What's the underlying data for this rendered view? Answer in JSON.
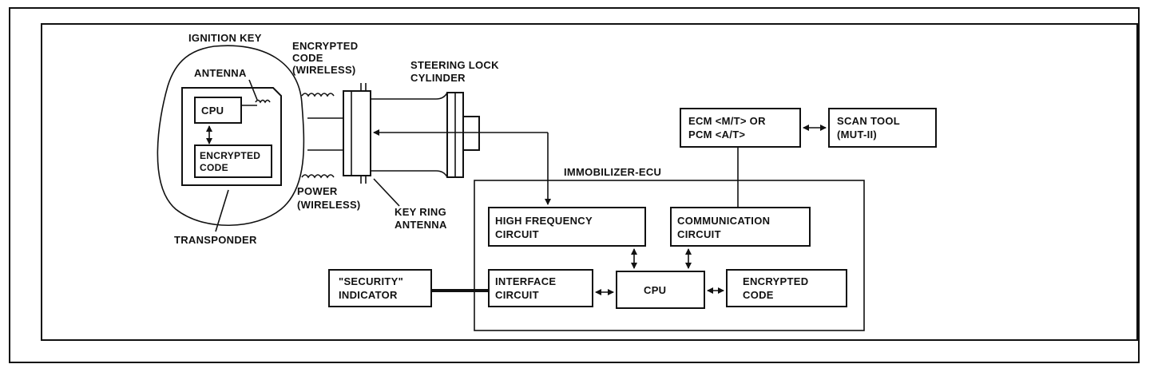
{
  "labels": {
    "ignition_key": "IGNITION KEY",
    "antenna": "ANTENNA",
    "cpu_key": "CPU",
    "encrypted_code_key_1": "ENCRYPTED",
    "encrypted_code_key_2": "CODE",
    "transponder": "TRANSPONDER",
    "encrypted_wireless_1": "ENCRYPTED",
    "encrypted_wireless_2": "CODE",
    "encrypted_wireless_3": "(WIRELESS)",
    "power_wireless_1": "POWER",
    "power_wireless_2": "(WIRELESS)",
    "steering_lock_1": "STEERING LOCK",
    "steering_lock_2": "CYLINDER",
    "key_ring_1": "KEY RING",
    "key_ring_2": "ANTENNA",
    "ecm_1": "ECM <M/T> OR",
    "ecm_2": "PCM <A/T>",
    "scan_tool_1": "SCAN  TOOL",
    "scan_tool_2": "(MUT-II)",
    "immobilizer": "IMMOBILIZER-ECU",
    "high_freq_1": "HIGH FREQUENCY",
    "high_freq_2": "CIRCUIT",
    "comm_1": "COMMUNICATION",
    "comm_2": "CIRCUIT",
    "security_1": "\"SECURITY\"",
    "security_2": "INDICATOR",
    "interface_1": "INTERFACE",
    "interface_2": "CIRCUIT",
    "cpu_ecu": "CPU",
    "encrypted_ecu_1": "ENCRYPTED",
    "encrypted_ecu_2": "CODE"
  }
}
